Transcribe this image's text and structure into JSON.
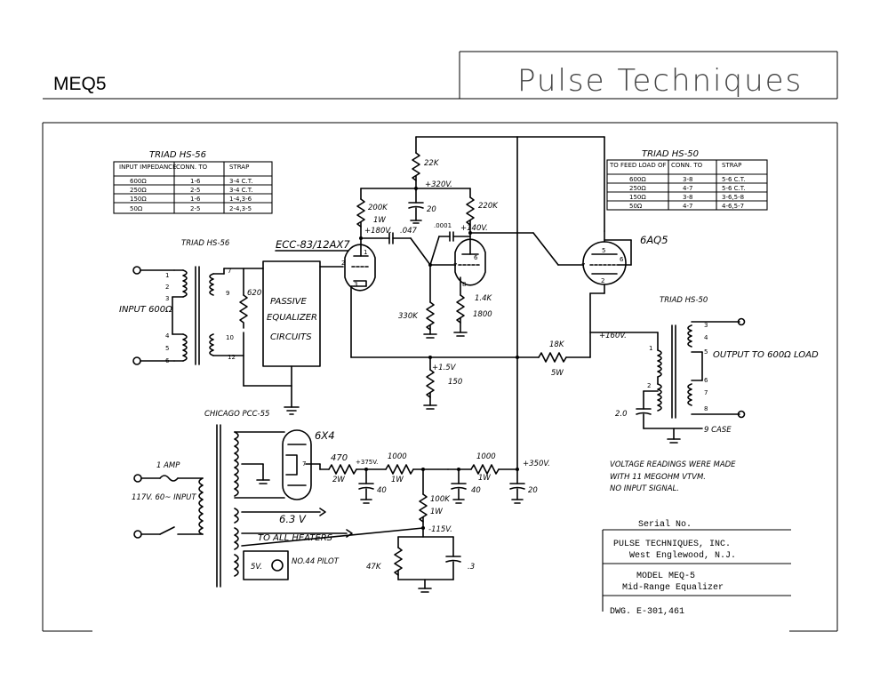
{
  "header": {
    "model_code": "MEQ5",
    "brand": "Pulse Techniques"
  },
  "input_table": {
    "title": "TRIAD HS-56",
    "headers": [
      "INPUT IMPEDANCE",
      "CONN. TO",
      "STRAP"
    ],
    "rows": [
      [
        "600Ω",
        "1-6",
        "3-4 C.T."
      ],
      [
        "250Ω",
        "2-5",
        "3-4 C.T."
      ],
      [
        "150Ω",
        "1-6",
        "1-4,3-6"
      ],
      [
        "50Ω",
        "2-5",
        "2-4,3-5"
      ]
    ]
  },
  "output_table": {
    "title": "TRIAD HS-50",
    "headers": [
      "TO FEED LOAD OF",
      "CONN. TO",
      "STRAP"
    ],
    "rows": [
      [
        "600Ω",
        "3-8",
        "5-6 C.T."
      ],
      [
        "250Ω",
        "4-7",
        "5-6 C.T."
      ],
      [
        "150Ω",
        "3-8",
        "3-6,5-8"
      ],
      [
        "50Ω",
        "4-7",
        "4-6,5-7"
      ]
    ]
  },
  "labels": {
    "input_xfmr": "TRIAD HS-56",
    "input": "INPUT 600Ω",
    "r620": "620",
    "eq_box": [
      "PASSIVE",
      "EQUALIZER",
      "CIRCUITS"
    ],
    "tube1": "ECC-83/12AX7",
    "r200k": "200K",
    "r200k_w": "1W",
    "v180": "+180V.",
    "c047": ".047",
    "c0001": ".0001",
    "r22k": "22K",
    "v320": "+320V.",
    "c20a": "20",
    "r220k": "220K",
    "v140": "+140V.",
    "r330k": "330K",
    "r14k": "1.4K",
    "r1800": "1800",
    "v15": "+1.5V",
    "r150": "150",
    "tube2": "6AQ5",
    "out_xfmr": "TRIAD HS-50",
    "v160": "+160V.",
    "r18k": "18K",
    "r18k_w": "5W",
    "output": "OUTPUT TO 600Ω LOAD",
    "c2": "2.0",
    "case": "9 CASE",
    "power_xfmr": "CHICAGO PCC-55",
    "rect": "6X4",
    "fuse": "1 AMP",
    "mains": "117V. 60~ INPUT",
    "r470": "470",
    "r470_w": "2W",
    "v375": "+375V.",
    "r1000a": "1000",
    "r1000a_w": "1W",
    "r1000b": "1000",
    "r1000b_w": "1W",
    "v350": "+350V.",
    "c40a": "40",
    "c40b": "40",
    "c20b": "20",
    "h63": "6.3 V",
    "heaters": "TO ALL HEATERS",
    "v115": "-115V.",
    "r100k": "100K",
    "r100k_w": "1W",
    "r47k": "47K",
    "c3": ".3",
    "pilot_v": "5V.",
    "pilot": "NO.44 PILOT",
    "note": [
      "VOLTAGE READINGS WERE MADE",
      "WITH 11 MEGOHM VTVM.",
      "NO INPUT SIGNAL."
    ]
  },
  "title_block": {
    "serial": "Serial No.",
    "company": "PULSE TECHNIQUES, INC.",
    "location": "West Englewood, N.J.",
    "model": "MODEL MEQ-5",
    "description": "Mid-Range Equalizer",
    "drawing": "DWG. E-301,461"
  }
}
